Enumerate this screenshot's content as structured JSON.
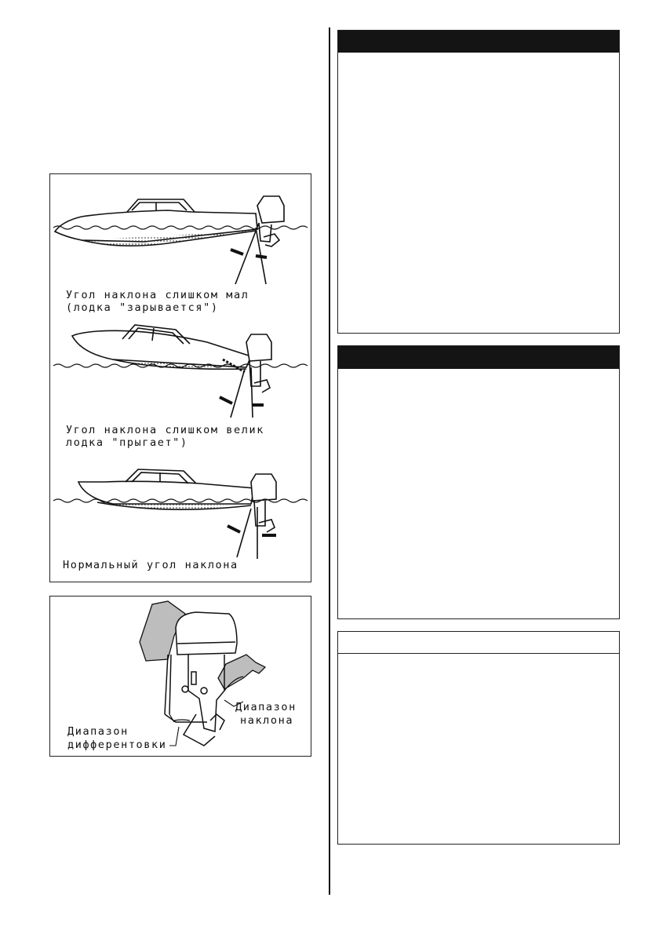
{
  "trim_figure": {
    "caption_low_1": "Угол наклона слишком мал",
    "caption_low_2": "(лодка \"зарывается\")",
    "caption_high_1": "Угол наклона слишком велик",
    "caption_high_2": "лодка \"прыгает\")",
    "caption_normal": "Нормальный угол наклона"
  },
  "range_figure": {
    "tilt_label_1": "Диапазон",
    "tilt_label_2": "наклона",
    "trim_label_1": "Диапазон",
    "trim_label_2": "дифферентовки"
  },
  "colors": {
    "ink": "#111111",
    "header_bar": "#141414",
    "shaded_cover": "#bdbdbd"
  }
}
